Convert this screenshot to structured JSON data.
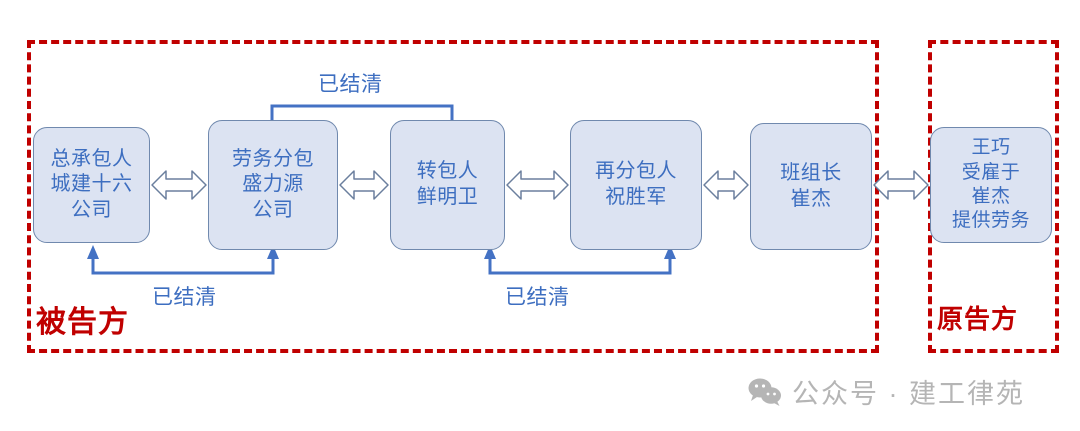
{
  "diagram": {
    "title_text": "",
    "colors": {
      "box_fill": "#dce3f2",
      "box_border": "#7089ae",
      "box_text": "#3d6ec0",
      "connector": "#4472c4",
      "region_border": "#c00000",
      "region_label": "#c00000",
      "watermark": "#b5b5b5"
    },
    "regions": [
      {
        "id": "defendant",
        "label": "被告方"
      },
      {
        "id": "plaintiff",
        "label": "原告方"
      }
    ],
    "boxes": [
      {
        "id": "general-contractor",
        "lines": [
          "总承包人",
          "城建十六",
          "公司"
        ]
      },
      {
        "id": "labor-subcontractor",
        "lines": [
          "劳务分包",
          "盛力源",
          "公司"
        ]
      },
      {
        "id": "transferee",
        "lines": [
          "转包人",
          "鲜明卫"
        ]
      },
      {
        "id": "re-subcontractor",
        "lines": [
          "再分包人",
          "祝胜军"
        ]
      },
      {
        "id": "team-leader",
        "lines": [
          "班组长",
          "崔杰"
        ]
      },
      {
        "id": "plaintiff-worker",
        "lines": [
          "王巧",
          "受雇于",
          "崔杰",
          "提供劳务"
        ]
      }
    ],
    "arrows": [
      {
        "id": "arrow-gc-labor",
        "type": "bidirectional"
      },
      {
        "id": "arrow-labor-transferee",
        "type": "bidirectional"
      },
      {
        "id": "arrow-transferee-resub",
        "type": "bidirectional"
      },
      {
        "id": "arrow-resub-team",
        "type": "bidirectional"
      },
      {
        "id": "arrow-team-worker",
        "type": "bidirectional"
      }
    ],
    "brackets": [
      {
        "id": "settled-top",
        "label": "已结清",
        "from": "labor-subcontractor",
        "to": "transferee"
      },
      {
        "id": "settled-bottom-left",
        "label": "已结清",
        "from": "general-contractor",
        "to": "labor-subcontractor"
      },
      {
        "id": "settled-bottom-right",
        "label": "已结清",
        "from": "transferee",
        "to": "re-subcontractor"
      }
    ],
    "watermark": {
      "icon": "wechat-icon",
      "text": "公众号 · 建工律苑"
    }
  }
}
